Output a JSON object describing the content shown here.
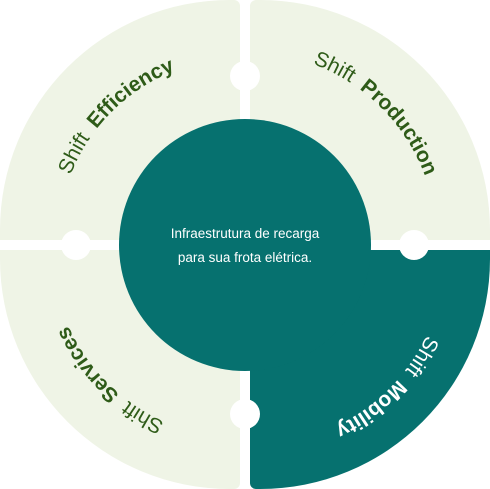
{
  "colors": {
    "quadrant_light": "#eff4e6",
    "quadrant_dark": "#06716f",
    "center": "#06716f",
    "text_green": "#2e5b18",
    "text_white": "#ffffff",
    "background": "#ffffff"
  },
  "quadrants": [
    {
      "id": "efficiency",
      "prefix": "Shift",
      "name": "Efficiency",
      "active": false
    },
    {
      "id": "production",
      "prefix": "Shift",
      "name": "Production",
      "active": false
    },
    {
      "id": "mobility",
      "prefix": "Shift",
      "name": "Mobility",
      "active": true
    },
    {
      "id": "services",
      "prefix": "Shift",
      "name": "Services",
      "active": false
    }
  ],
  "center": {
    "line1": "Infraestrutura de recarga",
    "line2": "para sua frota elétrica."
  }
}
